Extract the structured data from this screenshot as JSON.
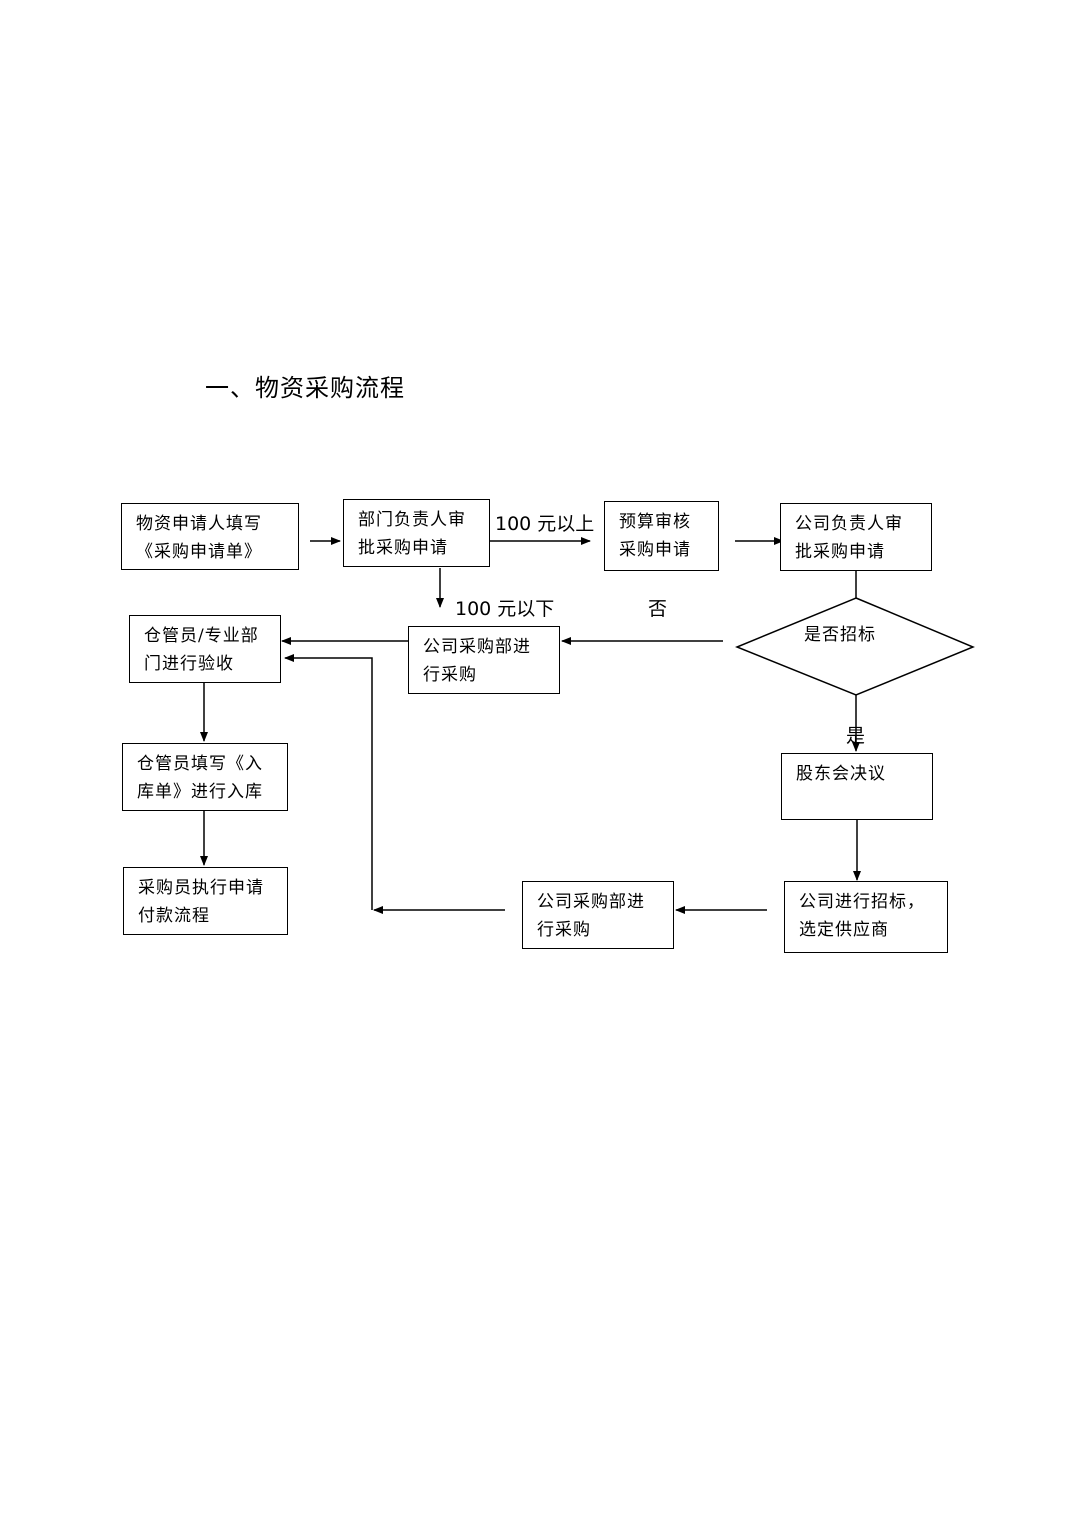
{
  "title": "一、物资采购流程",
  "nodes": {
    "n1": [
      "物资申请人填写",
      "《采购申请单》"
    ],
    "n2": [
      "部门负责人审",
      "批采购申请"
    ],
    "n3": [
      "预算审核",
      "采购申请"
    ],
    "n4": [
      "公司负责人审",
      "批采购申请"
    ],
    "decision": "是否招标",
    "n5": [
      "公司采购部进",
      "行采购"
    ],
    "n6": [
      "仓管员/专业部",
      "门进行验收"
    ],
    "n7": [
      "仓管员填写《入",
      "库单》进行入库"
    ],
    "n8": [
      "采购员执行申请",
      "付款流程"
    ],
    "n9": [
      "股东会决议"
    ],
    "n10": [
      "公司进行招标，",
      "选定供应商"
    ],
    "n11": [
      "公司采购部进",
      "行采购"
    ]
  },
  "edge_labels": {
    "above": "100 元以上",
    "below": "100 元以下",
    "no": "否",
    "yes": "是"
  }
}
